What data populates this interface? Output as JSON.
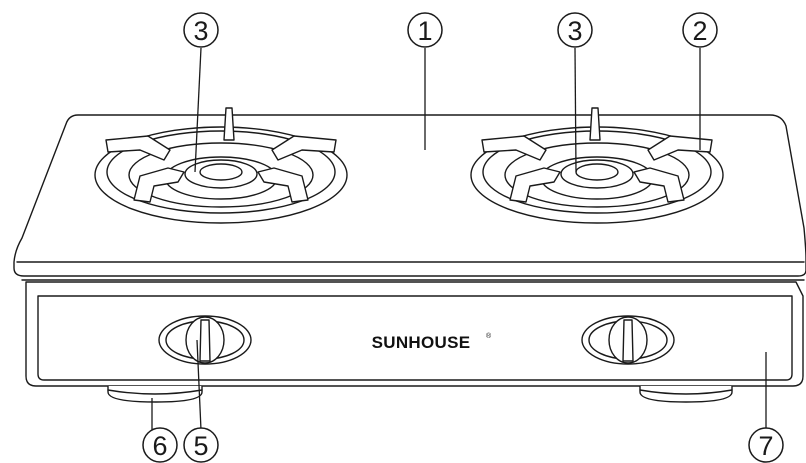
{
  "brand": {
    "name": "SUNHOUSE",
    "mark": "®"
  },
  "callouts": [
    {
      "id": "c1",
      "label": "1"
    },
    {
      "id": "c2",
      "label": "2"
    },
    {
      "id": "c3a",
      "label": "3"
    },
    {
      "id": "c3b",
      "label": "3"
    },
    {
      "id": "c5",
      "label": "5"
    },
    {
      "id": "c6",
      "label": "6"
    },
    {
      "id": "c7",
      "label": "7"
    }
  ]
}
